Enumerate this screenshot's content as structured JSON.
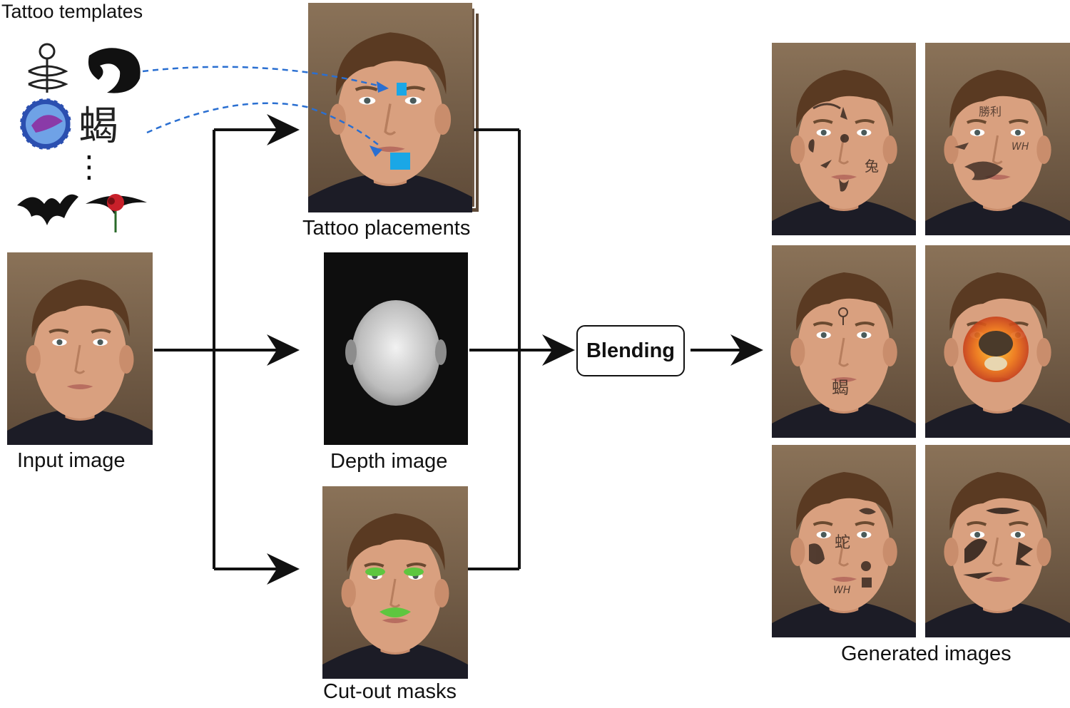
{
  "labels": {
    "tattoo_templates": "Tattoo templates",
    "tattoo_placements": "Tattoo placements",
    "input_image": "Input image",
    "depth_image": "Depth image",
    "cut_out_masks": "Cut-out masks",
    "blending": "Blending",
    "generated_images": "Generated images"
  },
  "tattoo_glyphs": {
    "chinese_char": "蝎",
    "dots": "⋮",
    "overlay_1": "兔",
    "overlay_2": "勝利",
    "overlay_3": "WH",
    "overlay_4": "蝎",
    "overlay_5": "蛇",
    "overlay_6": "WH"
  },
  "colors": {
    "photo_background": "#7a6450",
    "skin": "#d9a07f",
    "hair": "#5a3a22",
    "placement_marker": "#1aa7e6",
    "dashed_arrow": "#2a6fd1",
    "mask_green": "#5ec63f",
    "arrow": "#111111"
  }
}
